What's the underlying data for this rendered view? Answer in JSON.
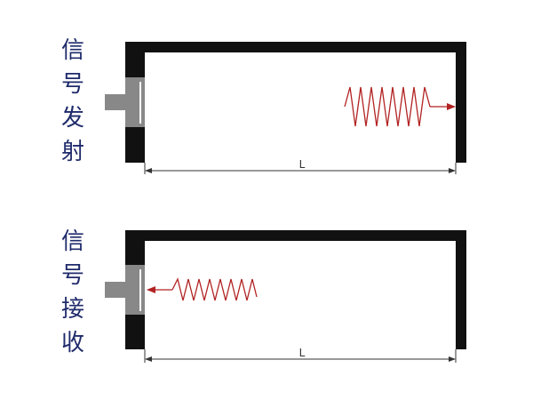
{
  "panels": {
    "transmit": {
      "label_chars": [
        "信",
        "号",
        "发",
        "射"
      ],
      "dimension_label": "L"
    },
    "receive": {
      "label_chars": [
        "信",
        "号",
        "接",
        "收"
      ],
      "dimension_label": "L"
    }
  },
  "colors": {
    "label_text": "#1f2b6b",
    "housing": "#111111",
    "transducer": "#888888",
    "wave": "#b22222",
    "dimension": "#333333"
  }
}
